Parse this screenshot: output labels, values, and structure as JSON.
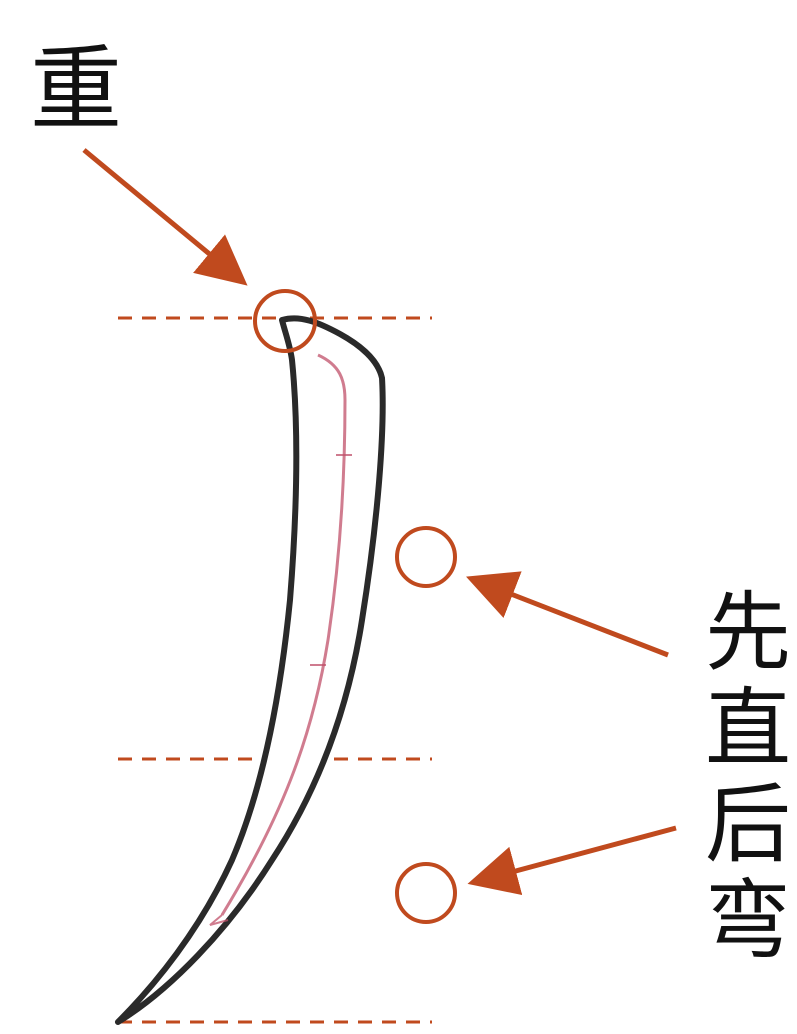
{
  "labels": {
    "top": "重",
    "side": [
      "先",
      "直",
      "后",
      "弯"
    ]
  },
  "colors": {
    "accent": "#c04a1e",
    "stroke_outline": "#2a2a2a",
    "stroke_inner": "#c0506a",
    "text": "#111111"
  }
}
